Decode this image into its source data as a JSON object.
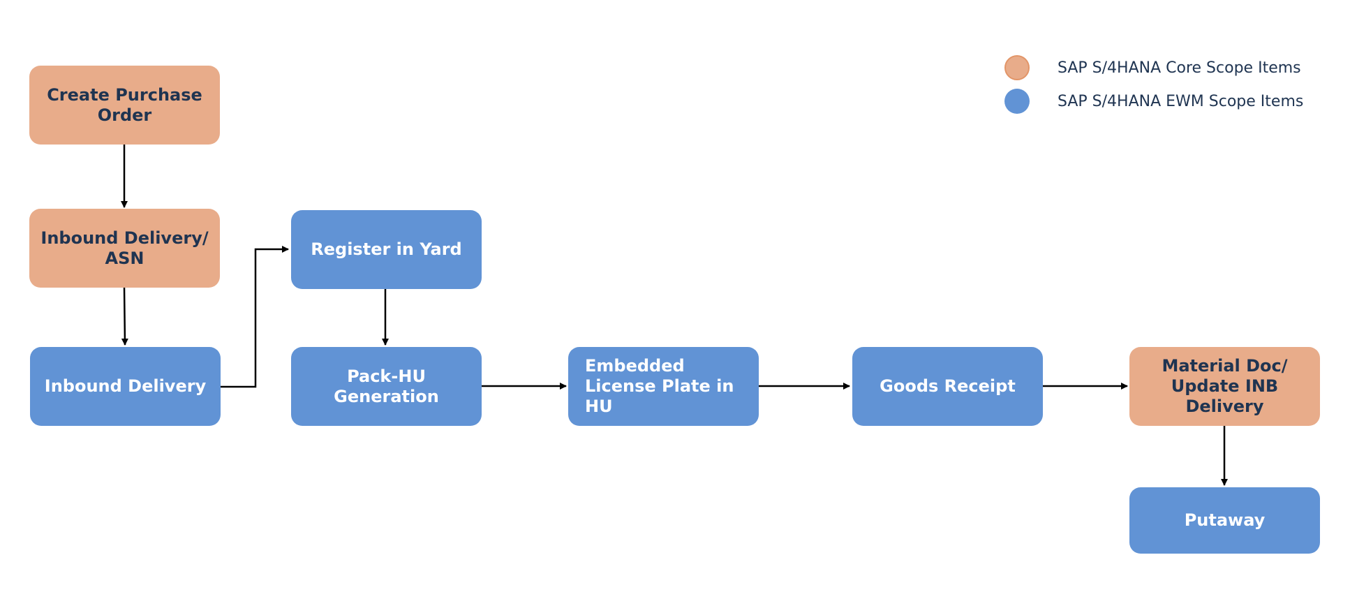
{
  "colors": {
    "core": "#e8ac8a",
    "ewm": "#6193d5",
    "core_text": "#1f3451",
    "ewm_text": "#ffffff",
    "connector": "#000000"
  },
  "legend": {
    "core": "SAP S/4HANA Core Scope Items",
    "ewm": "SAP S/4HANA EWM Scope Items"
  },
  "nodes": {
    "create_po": {
      "label": "Create Purchase Order",
      "scope": "core"
    },
    "inbound_asn": {
      "label": "Inbound Delivery/ ASN",
      "scope": "core"
    },
    "inbound_delivery": {
      "label": "Inbound Delivery",
      "scope": "ewm"
    },
    "register_yard": {
      "label": "Register in Yard",
      "scope": "ewm"
    },
    "pack_hu": {
      "label": "Pack-HU Generation",
      "scope": "ewm"
    },
    "embedded_lp": {
      "label": "Embedded License Plate in HU",
      "scope": "ewm"
    },
    "goods_receipt": {
      "label": "Goods Receipt",
      "scope": "ewm"
    },
    "material_doc": {
      "label": "Material Doc/ Update INB Delivery",
      "scope": "core"
    },
    "putaway": {
      "label": "Putaway",
      "scope": "ewm"
    }
  },
  "edges": [
    {
      "from": "create_po",
      "to": "inbound_asn"
    },
    {
      "from": "inbound_asn",
      "to": "inbound_delivery"
    },
    {
      "from": "inbound_delivery",
      "to": "register_yard"
    },
    {
      "from": "register_yard",
      "to": "pack_hu"
    },
    {
      "from": "pack_hu",
      "to": "embedded_lp"
    },
    {
      "from": "embedded_lp",
      "to": "goods_receipt"
    },
    {
      "from": "goods_receipt",
      "to": "material_doc"
    },
    {
      "from": "material_doc",
      "to": "putaway"
    }
  ]
}
